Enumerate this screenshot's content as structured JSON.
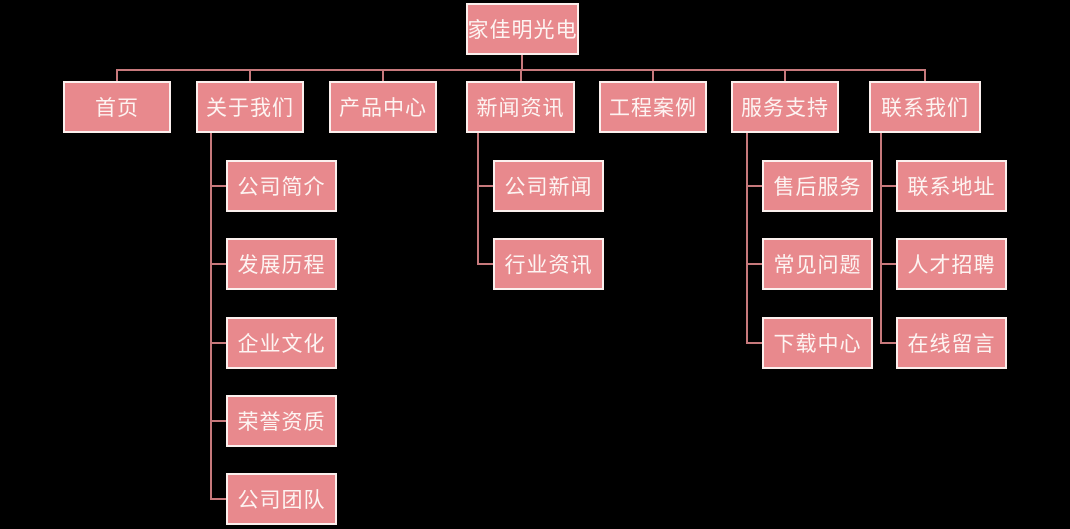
{
  "colors": {
    "background": "#000000",
    "node_fill": "#e8898d",
    "node_border": "#fbf0ee",
    "node_text": "#fdf4f2",
    "connector": "#c7797c"
  },
  "sitemap": {
    "root": {
      "label": "家佳明光电"
    },
    "sections": [
      {
        "label": "首页",
        "children": []
      },
      {
        "label": "关于我们",
        "children": [
          {
            "label": "公司简介"
          },
          {
            "label": "发展历程"
          },
          {
            "label": "企业文化"
          },
          {
            "label": "荣誉资质"
          },
          {
            "label": "公司团队"
          }
        ]
      },
      {
        "label": "产品中心",
        "children": []
      },
      {
        "label": "新闻资讯",
        "children": [
          {
            "label": "公司新闻"
          },
          {
            "label": "行业资讯"
          }
        ]
      },
      {
        "label": "工程案例",
        "children": []
      },
      {
        "label": "服务支持",
        "children": [
          {
            "label": "售后服务"
          },
          {
            "label": "常见问题"
          },
          {
            "label": "下载中心"
          }
        ]
      },
      {
        "label": "联系我们",
        "children": [
          {
            "label": "联系地址"
          },
          {
            "label": "人才招聘"
          },
          {
            "label": "在线留言"
          }
        ]
      }
    ]
  }
}
